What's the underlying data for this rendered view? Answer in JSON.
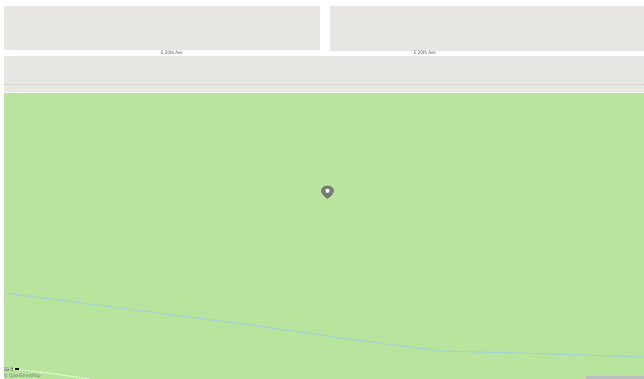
{
  "map": {
    "streets": [
      {
        "name": "E 20th Ave"
      },
      {
        "name": "E 20th Ave"
      }
    ],
    "marker": {
      "icon": "map-pin-icon"
    },
    "scale": {
      "label": "50 ft"
    },
    "attribution": "© OpenStreetMap"
  },
  "colors": {
    "park": "#b8e49d",
    "block": "#e8e6e2",
    "road": "#ffffff",
    "stream": "#9dd3dd",
    "marker": "#7a7a7a"
  }
}
